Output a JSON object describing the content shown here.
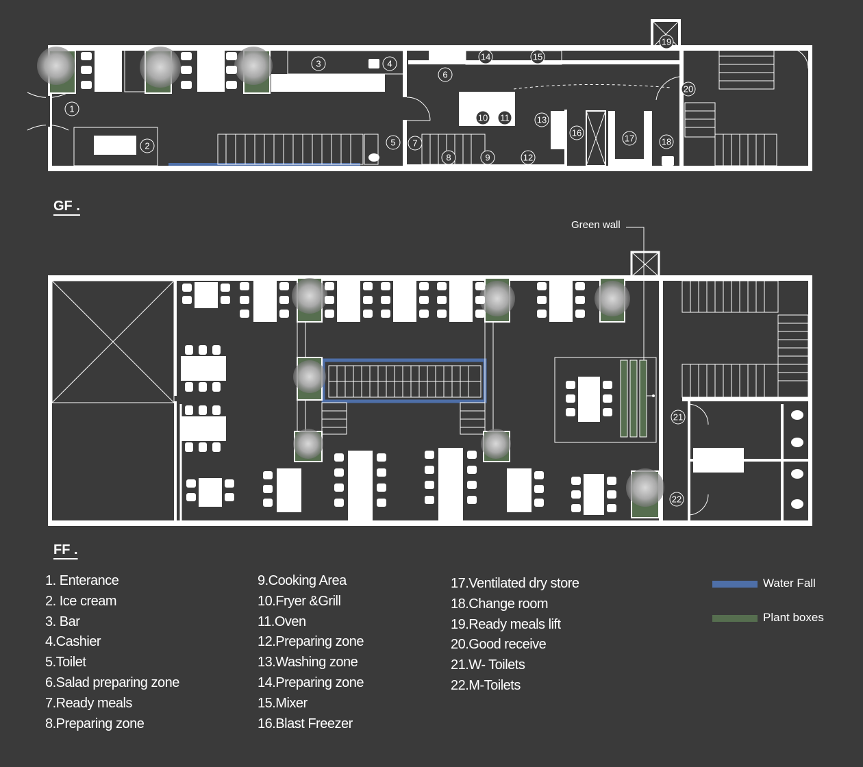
{
  "floors": {
    "gf_label": "GF .",
    "ff_label": "FF ."
  },
  "callout": {
    "green_wall": "Green wall"
  },
  "gf_numbers": [
    "1",
    "2",
    "3",
    "4",
    "5",
    "6",
    "7",
    "8",
    "9",
    "10",
    "11",
    "12",
    "13",
    "14",
    "15",
    "16",
    "17",
    "18",
    "19",
    "20"
  ],
  "ff_numbers": [
    "21",
    "22"
  ],
  "legend": {
    "col1": [
      "1. Enterance",
      "2. Ice cream",
      "3. Bar",
      "4.Cashier",
      "5.Toilet",
      "6.Salad preparing zone",
      "7.Ready meals",
      "8.Preparing zone"
    ],
    "col2": [
      "9.Cooking Area",
      "10.Fryer &Grill",
      "11.Oven",
      "12.Preparing  zone",
      "13.Washing zone",
      "14.Preparing zone",
      "15.Mixer",
      "16.Blast Freezer"
    ],
    "col3": [
      "17.Ventilated dry store",
      "18.Change room",
      "19.Ready meals lift",
      "20.Good receive",
      "21.W- Toilets",
      "22.M-Toilets"
    ]
  },
  "key": {
    "waterfall": {
      "label": "Water Fall",
      "color": "#4e6fa8"
    },
    "plantboxes": {
      "label": "Plant boxes",
      "color": "#566e4f"
    }
  }
}
